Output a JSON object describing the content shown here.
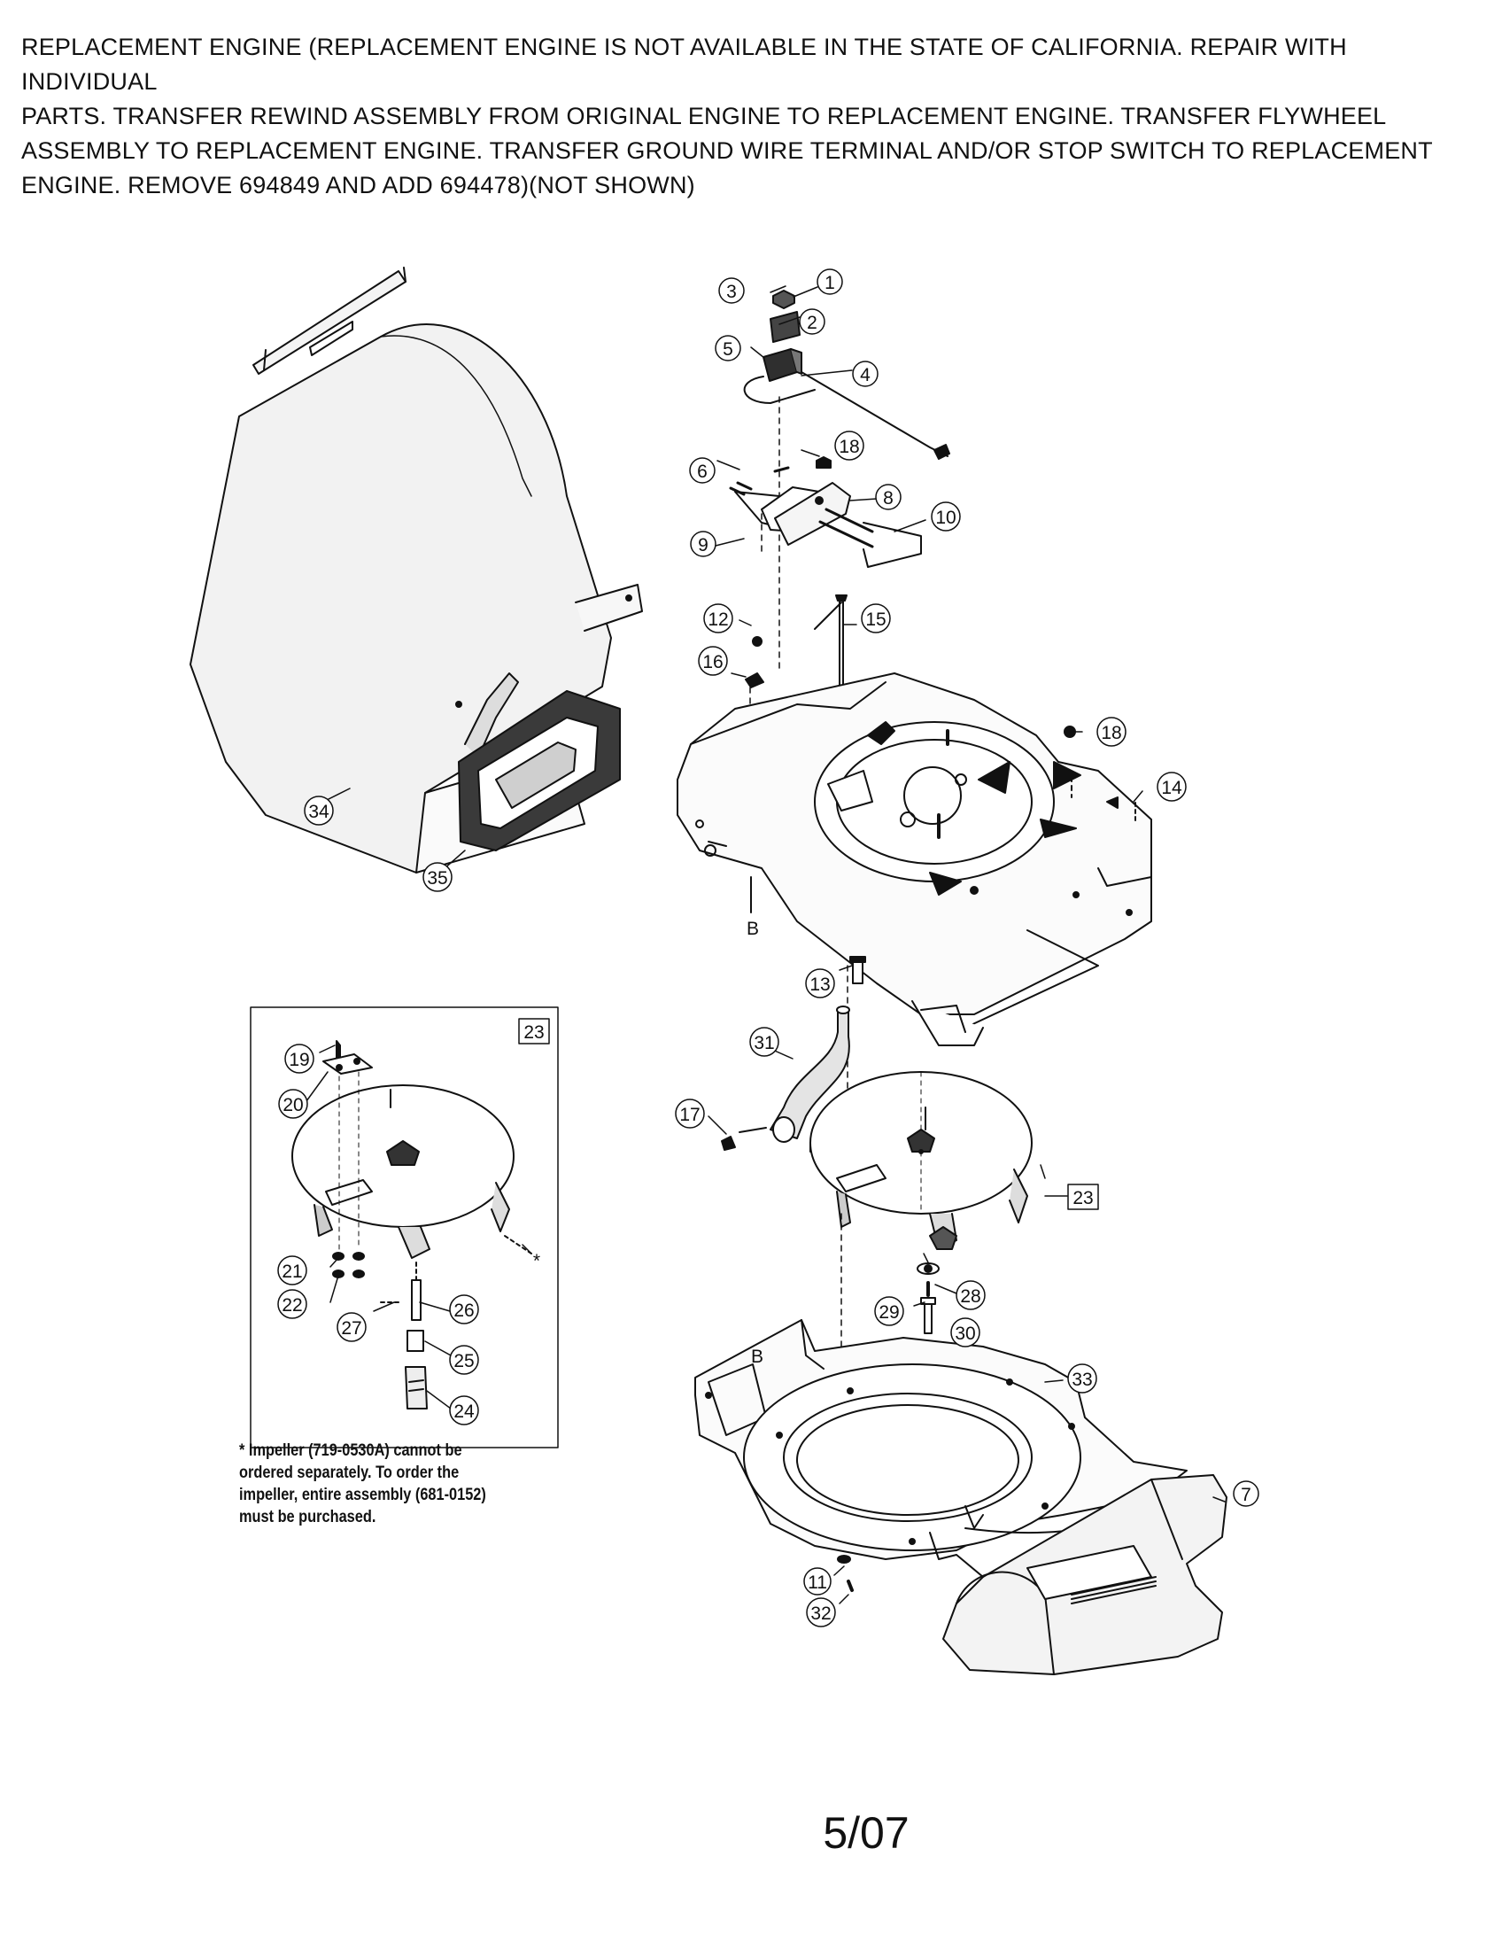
{
  "header_note": [
    "REPLACEMENT ENGINE (REPLACEMENT ENGINE IS NOT AVAILABLE IN THE STATE OF CALIFORNIA. REPAIR WITH INDIVIDUAL",
    " PARTS. TRANSFER REWIND ASSEMBLY FROM ORIGINAL ENGINE TO REPLACEMENT ENGINE. TRANSFER FLYWHEEL",
    "ASSEMBLY TO REPLACEMENT ENGINE. TRANSFER GROUND WIRE TERMINAL AND/OR STOP SWITCH TO REPLACEMENT",
    " ENGINE. REMOVE 694849 AND ADD 694478)(NOT SHOWN)"
  ],
  "callouts": [
    "1",
    "2",
    "3",
    "4",
    "5",
    "6",
    "7",
    "8",
    "9",
    "10",
    "11",
    "12",
    "13",
    "14",
    "15",
    "16",
    "17",
    "18",
    "18",
    "19",
    "20",
    "21",
    "22",
    "23",
    "23",
    "24",
    "25",
    "26",
    "27",
    "28",
    "29",
    "30",
    "31",
    "32",
    "33",
    "34",
    "35"
  ],
  "reference_marks": {
    "b_upper": "B",
    "b_lower": "B",
    "asterisk": "*"
  },
  "footnote": [
    "* Impeller (719-0530A) cannot be",
    "ordered separately. To order the",
    "impeller, entire assembly (681-0152)",
    "must be purchased."
  ],
  "page_number": "5/07",
  "colors": {
    "ink": "#111111",
    "paper": "#ffffff",
    "fill_light": "#f2f2f2",
    "fill_dark": "#3a3a3a"
  }
}
